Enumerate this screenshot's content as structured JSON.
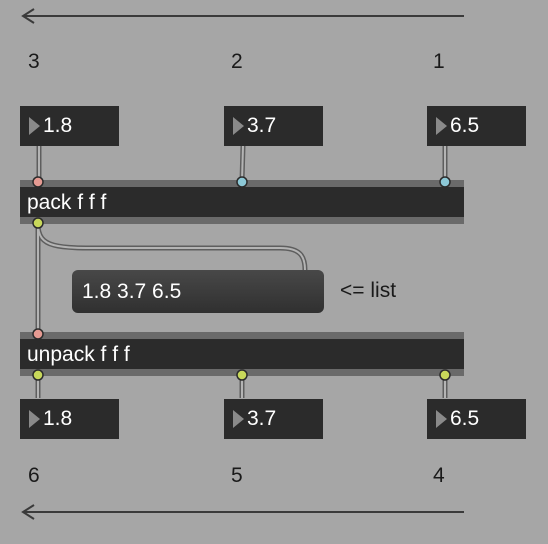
{
  "top_labels": [
    "3",
    "2",
    "1"
  ],
  "bottom_labels": [
    "6",
    "5",
    "4"
  ],
  "top_numbers": [
    "1.8",
    "3.7",
    "6.5"
  ],
  "bottom_numbers": [
    "1.8",
    "3.7",
    "6.5"
  ],
  "pack_object": "pack f f f",
  "unpack_object": "unpack f f f",
  "message_box": "1.8 3.7 6.5",
  "comment": "<= list",
  "colors": {
    "background": "#a6a6a6",
    "box": "#2b2b2b",
    "inlet_left": "#e59a92",
    "inlet_right": "#8cc8d6",
    "outlet": "#c8d85a"
  }
}
